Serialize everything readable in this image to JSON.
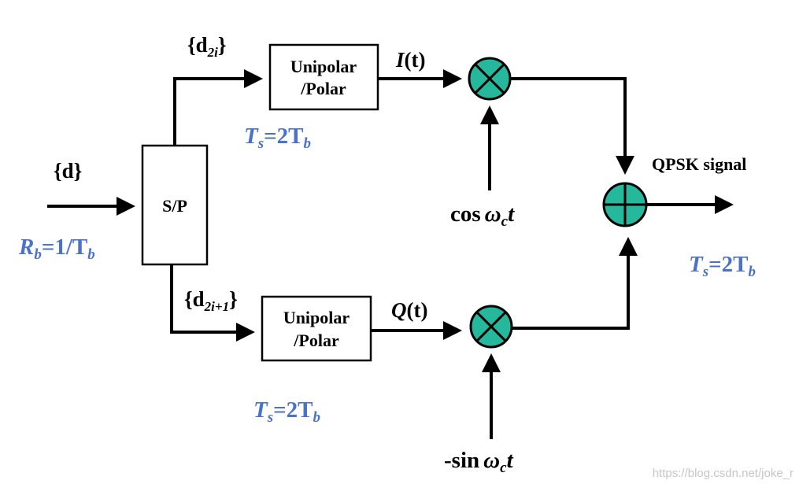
{
  "blocks": {
    "sp": "S/P",
    "mapper_top_line1": "Unipolar",
    "mapper_top_line2": "/Polar",
    "mapper_bottom_line1": "Unipolar",
    "mapper_bottom_line2": "/Polar"
  },
  "labels": {
    "input_d": "{d}",
    "input_rate_R": "R",
    "input_rate_R_sub": "b",
    "input_rate_eq": "=1/T",
    "input_rate_T_sub": "b",
    "top_seq_open": "{d",
    "top_seq_sub": "2i",
    "top_seq_close": "}",
    "bottom_seq_open": "{d",
    "bottom_seq_sub": "2i+1",
    "bottom_seq_close": "}",
    "I_main": "I",
    "I_arg": "(t)",
    "Q_main": "Q",
    "Q_arg": "(t)",
    "Ts_top_T": "T",
    "Ts_top_s": "s",
    "Ts_top_eq": "=2T",
    "Ts_top_b": "b",
    "Ts_bottom_T": "T",
    "Ts_bottom_s": "s",
    "Ts_bottom_eq": "=2T",
    "Ts_bottom_b": "b",
    "Ts_out_T": "T",
    "Ts_out_s": "s",
    "Ts_out_eq": "=2T",
    "Ts_out_b": "b",
    "cos_word": "cos",
    "cos_omega": "ω",
    "cos_sub": "c",
    "cos_t": "t",
    "sin_word": "-sin",
    "sin_omega": "ω",
    "sin_sub": "c",
    "sin_t": "t",
    "output": "QPSK signal"
  },
  "watermark": "https://blog.csdn.net/joke_r",
  "colors": {
    "node_fill": "#26b89c",
    "rate_label": "#4a72c9",
    "line": "#000000"
  },
  "icons": {
    "multiplier": "circle-times",
    "adder": "circle-plus"
  }
}
